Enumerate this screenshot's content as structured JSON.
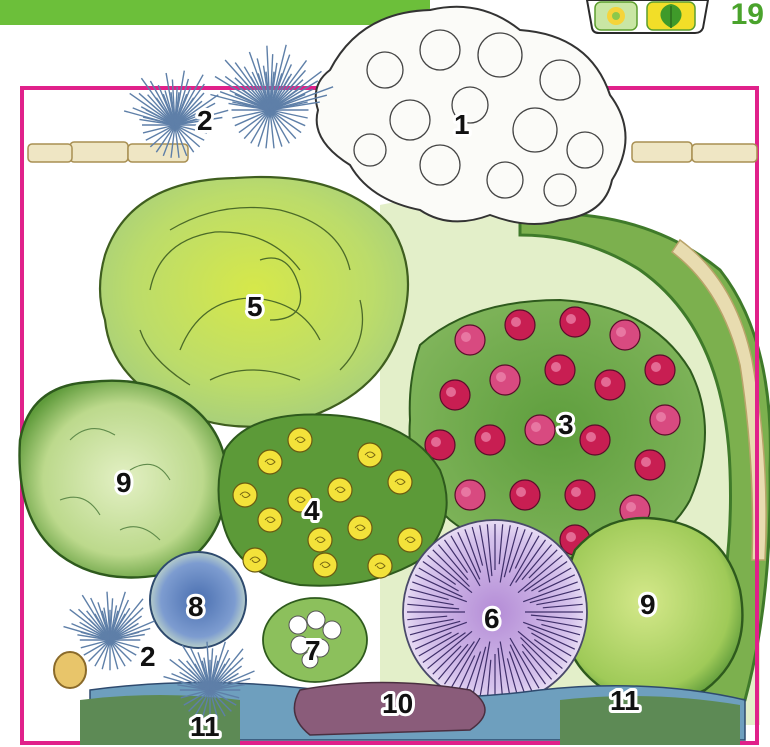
{
  "page_number": "19",
  "colors": {
    "header_bar": "#6cbf3a",
    "frame": "#e0218a",
    "page_number": "#4aa32c"
  },
  "plants": [
    {
      "label": "1",
      "name": "white-flowering-shrub"
    },
    {
      "label": "2",
      "name": "blue-ornamental-grass"
    },
    {
      "label": "3",
      "name": "red-flowering-shrub"
    },
    {
      "label": "4",
      "name": "yellow-rose"
    },
    {
      "label": "5",
      "name": "light-green-shrub"
    },
    {
      "label": "6",
      "name": "purple-allium"
    },
    {
      "label": "7",
      "name": "white-flower-cluster"
    },
    {
      "label": "8",
      "name": "blue-round-perennial"
    },
    {
      "label": "9",
      "name": "green-boxwood"
    },
    {
      "label": "10",
      "name": "dark-groundcover"
    },
    {
      "label": "11",
      "name": "blue-green-groundcover"
    }
  ],
  "labels": {
    "l1": "1",
    "l2a": "2",
    "l2b": "2",
    "l3": "3",
    "l4": "4",
    "l5": "5",
    "l6": "6",
    "l7": "7",
    "l8": "8",
    "l9a": "9",
    "l9b": "9",
    "l10": "10",
    "l11a": "11",
    "l11b": "11"
  }
}
